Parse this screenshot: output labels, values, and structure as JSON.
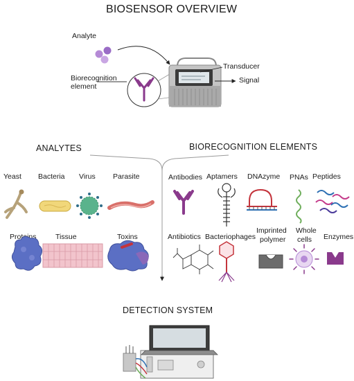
{
  "title": "BIOSENSOR OVERVIEW",
  "top": {
    "analyte": "Analyte",
    "biorecognition_line1": "Biorecognition",
    "biorecognition_line2": "element",
    "transducer": "Transducer",
    "signal": "Signal"
  },
  "analytes": {
    "heading": "ANALYTES",
    "row1": [
      "Yeast",
      "Bacteria",
      "Virus",
      "Parasite"
    ],
    "row2": [
      "Proteins",
      "Tissue",
      "Toxins"
    ]
  },
  "biorecognition": {
    "heading": "BIORECOGNITION ELEMENTS",
    "row1": [
      "Antibodies",
      "Aptamers",
      "DNAzyme",
      "PNAs",
      "Peptides"
    ],
    "row2": [
      "Antibiotics",
      "Bacteriophages",
      "Imprinted",
      "polymer",
      "Whole",
      "cells",
      "Enzymes"
    ]
  },
  "detection": {
    "heading": "DETECTION SYSTEM"
  },
  "colors": {
    "analyte_purple": "#b58ad6",
    "antibody_purple": "#8a3a8c",
    "protein_blue": "#5b6fc4",
    "parasite_red": "#d9706a",
    "tissue_pink": "#f2c4cc",
    "virus_green": "#5ab38c",
    "bacteria_yellow": "#f1d77a",
    "device_gray": "#b7b7b7"
  }
}
